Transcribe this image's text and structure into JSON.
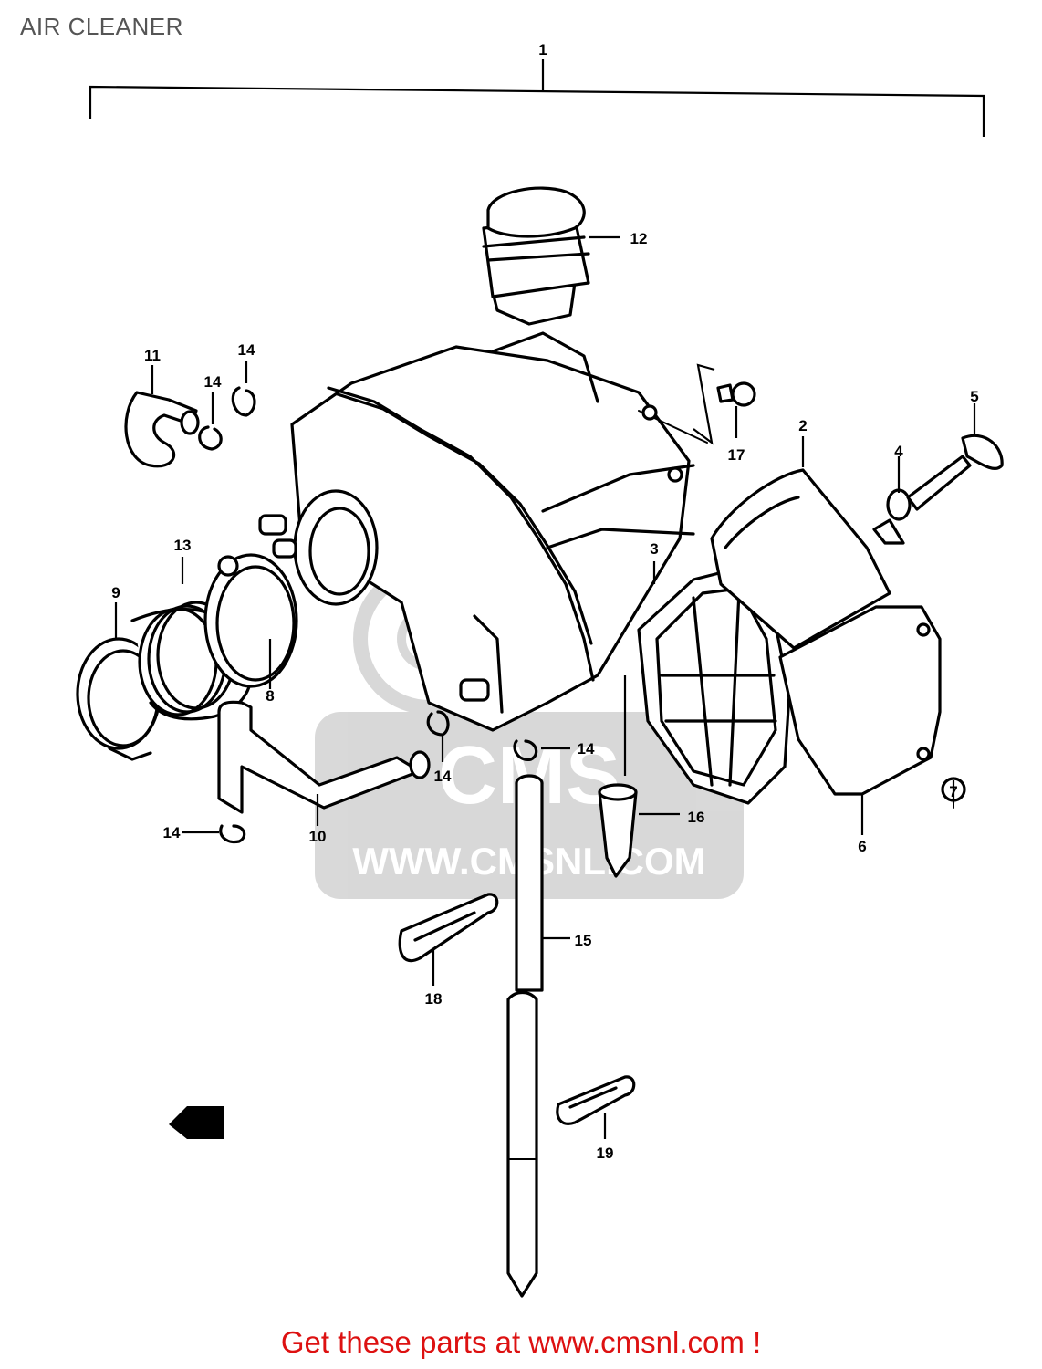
{
  "page": {
    "title": "AIR CLEANER"
  },
  "watermark": {
    "site": "WWW.CMSNL.COM",
    "logo": "CMS"
  },
  "footer": {
    "cta": "Get these parts at www.cmsnl.com !"
  },
  "fwd_arrow": {
    "label": "FWD"
  },
  "callouts": {
    "c1": "1",
    "c2": "2",
    "c3": "3",
    "c4": "4",
    "c5": "5",
    "c6": "6",
    "c7": "7",
    "c8": "8",
    "c9": "9",
    "c10": "10",
    "c11": "11",
    "c12": "12",
    "c13": "13",
    "c14a": "14",
    "c14b": "14",
    "c14c": "14",
    "c14d": "14",
    "c14e": "14",
    "c15": "15",
    "c16": "16",
    "c17": "17",
    "c18": "18",
    "c19": "19"
  }
}
